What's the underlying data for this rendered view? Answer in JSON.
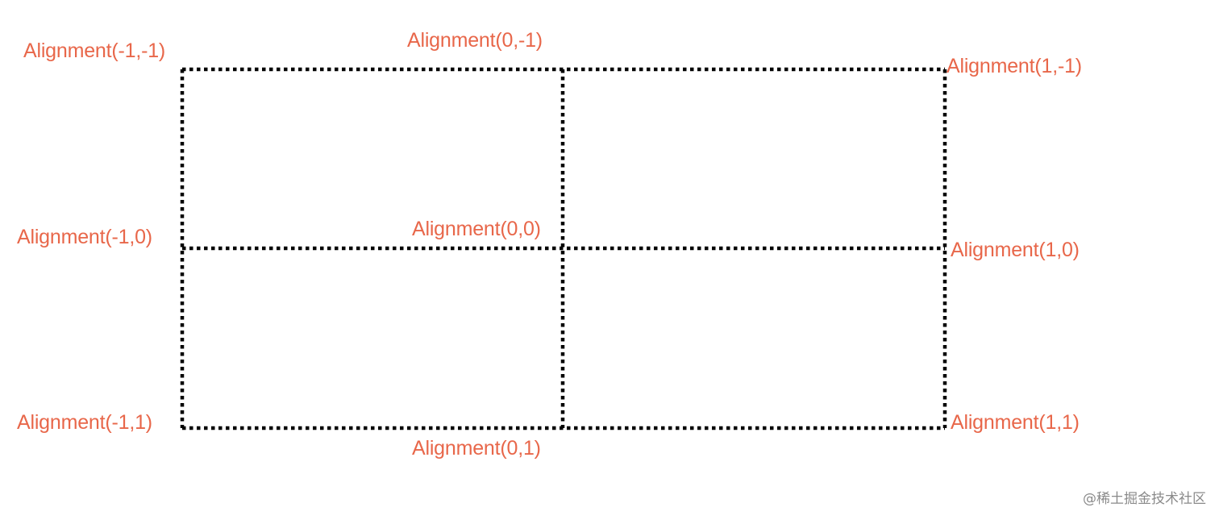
{
  "colors": {
    "label": "#E8674A",
    "grid_line": "#000000",
    "watermark": "#8A8A8A",
    "background": "#FFFFFF"
  },
  "labels": {
    "top_left": "Alignment(-1,-1)",
    "top_center": "Alignment(0,-1)",
    "top_right": "Alignment(1,-1)",
    "center_left": "Alignment(-1,0)",
    "center": "Alignment(0,0)",
    "center_right": "Alignment(1,0)",
    "bottom_left": "Alignment(-1,1)",
    "bottom_center": "Alignment(0,1)",
    "bottom_right": "Alignment(1,1)"
  },
  "watermark": "@稀土掘金技术社区"
}
